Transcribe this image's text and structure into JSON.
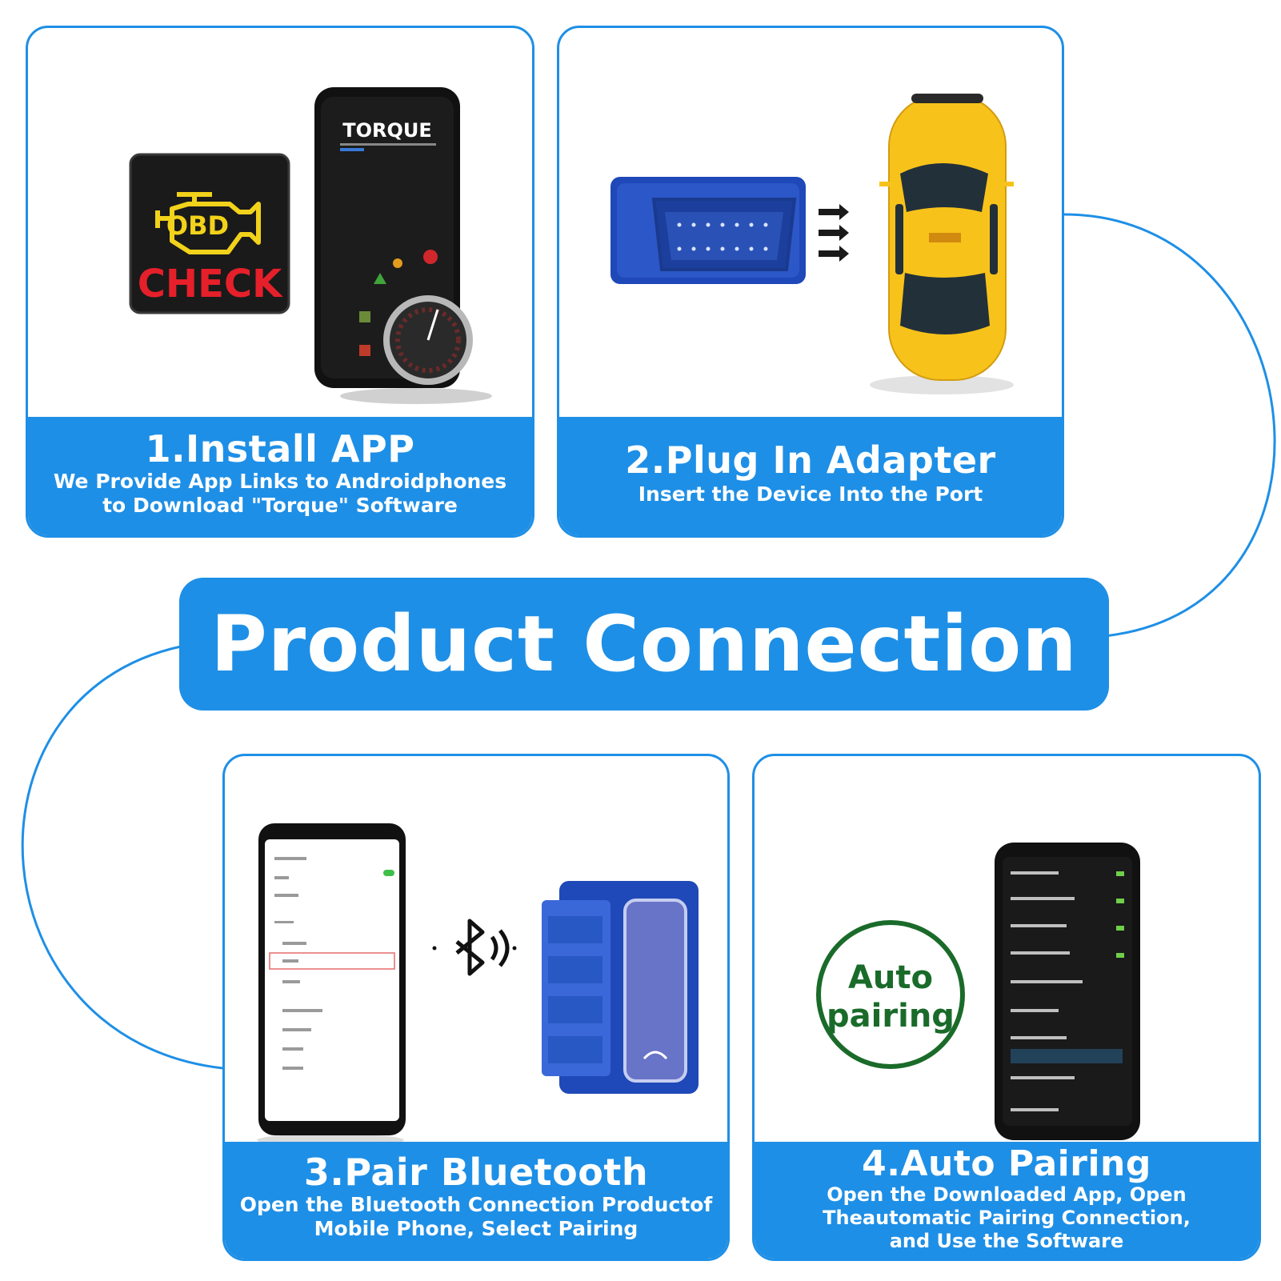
{
  "banner": {
    "title": "Product Connection Steps"
  },
  "colors": {
    "brand_blue": "#1e8fe6",
    "adapter_blue": "#2c57c8",
    "car_yellow": "#f7c21a",
    "check_red": "#e5202a",
    "engine_yellow": "#f2d21a",
    "auto_green": "#1a6b2a"
  },
  "steps": [
    {
      "title": "1.Install APP",
      "desc_lines": [
        "We Provide App Links to Androidphones",
        "to Download \"Torque\" Software"
      ],
      "art": {
        "badge_top": "OBD",
        "badge_bottom": "CHECK",
        "phone_app": "TORQUE",
        "icons": [
          "engine-check-icon",
          "phone-icon",
          "gauge-icon"
        ]
      }
    },
    {
      "title": "2.Plug In Adapter",
      "desc_lines": [
        "Insert the Device Into the Port"
      ],
      "art": {
        "icons": [
          "obd-adapter-icon",
          "arrow-right-icon",
          "car-icon"
        ]
      }
    },
    {
      "title": "3.Pair Bluetooth",
      "desc_lines": [
        "Open the Bluetooth Connection Productof",
        "Mobile Phone, Select Pairing"
      ],
      "art": {
        "icons": [
          "phone-icon",
          "bluetooth-icon",
          "obd-adapter-icon"
        ]
      }
    },
    {
      "title": "4.Auto Pairing",
      "desc_lines": [
        "Open the Downloaded App, Open",
        "Theautomatic Pairing Connection,",
        "and Use the Software"
      ],
      "art": {
        "stamp_line1": "Auto",
        "stamp_line2": "pairing",
        "icons": [
          "auto-pairing-stamp-icon",
          "phone-icon"
        ]
      }
    }
  ]
}
